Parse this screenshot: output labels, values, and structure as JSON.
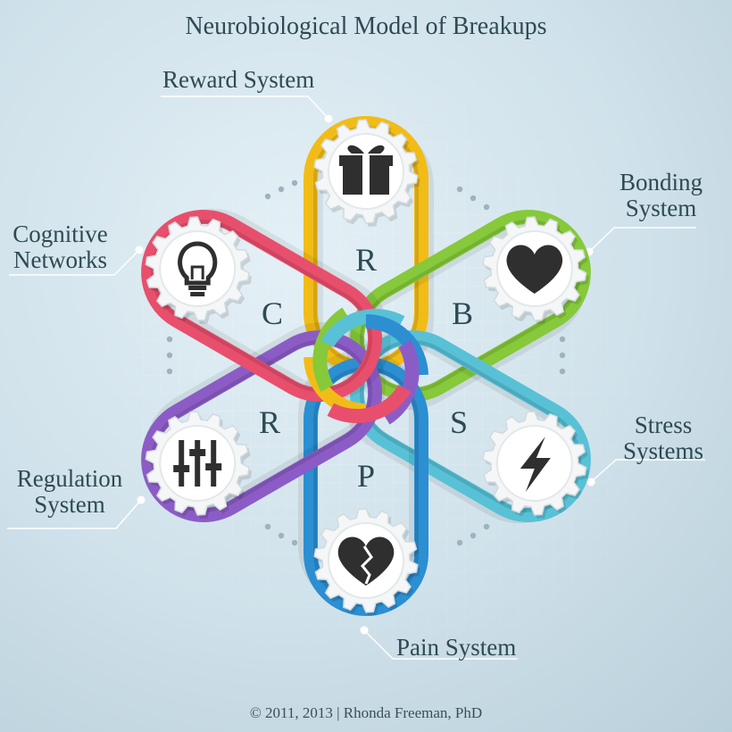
{
  "title": "Neurobiological Model of Breakups",
  "footer": "© 2011, 2013 | Rhonda Freeman, PhD",
  "labels": {
    "reward": "Reward System",
    "bonding": "Bonding System",
    "cognitive": "Cognitive Networks",
    "regulation": "Regulation System",
    "stress": "Stress Systems",
    "pain": "Pain System"
  },
  "label_lines": {
    "bonding": [
      "Bonding",
      "System"
    ],
    "cognitive": [
      "Cognitive",
      "Networks"
    ],
    "regulation": [
      "Regulation",
      "System"
    ],
    "stress": [
      "Stress",
      "Systems"
    ]
  },
  "links": [
    {
      "system": "reward",
      "letter": "R",
      "color": "#f2bc17",
      "icon": "gift-icon"
    },
    {
      "system": "bonding",
      "letter": "B",
      "color": "#86c93a",
      "icon": "heart-icon"
    },
    {
      "system": "stress",
      "letter": "S",
      "color": "#58c1d6",
      "icon": "lightning-icon"
    },
    {
      "system": "pain",
      "letter": "P",
      "color": "#2b8fd2",
      "icon": "broken-heart-icon"
    },
    {
      "system": "regulation",
      "letter": "R",
      "color": "#8c5cc6",
      "icon": "sliders-icon"
    },
    {
      "system": "cognitive",
      "letter": "C",
      "color": "#e84f6c",
      "icon": "lightbulb-icon"
    }
  ]
}
